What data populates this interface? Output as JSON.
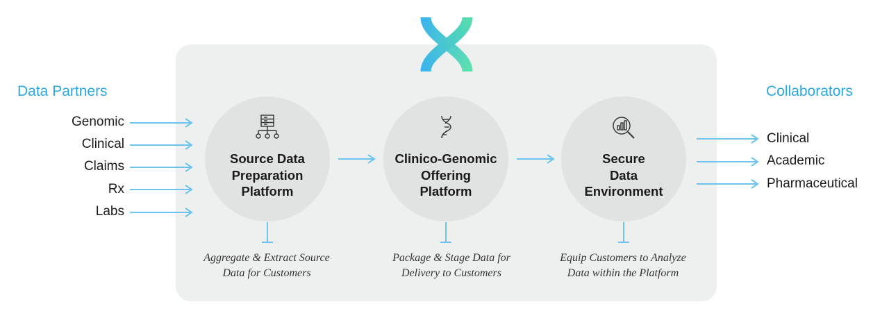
{
  "colors": {
    "accent": "#2aa8e0",
    "arrow": "#6cc4ef",
    "panel": "#eef0ef",
    "circle": "#e1e3e2"
  },
  "logo": {
    "icon": "x-helix-logo"
  },
  "left_heading": "Data Partners",
  "right_heading": "Collaborators",
  "data_partners": [
    "Genomic",
    "Clinical",
    "Claims",
    "Rx",
    "Labs"
  ],
  "collaborators": [
    "Clinical",
    "Academic",
    "Pharmaceutical"
  ],
  "stages": [
    {
      "icon": "server-network-icon",
      "title": "Source Data\nPreparation\nPlatform",
      "description": "Aggregate & Extract Source\nData for Customers"
    },
    {
      "icon": "dna-helix-icon",
      "title": "Clinico-Genomic\nOffering\nPlatform",
      "description": "Package & Stage Data for\nDelivery to Customers"
    },
    {
      "icon": "analytics-magnifier-icon",
      "title": "Secure\nData\nEnvironment",
      "description": "Equip Customers to Analyze\nData within the Platform"
    }
  ]
}
